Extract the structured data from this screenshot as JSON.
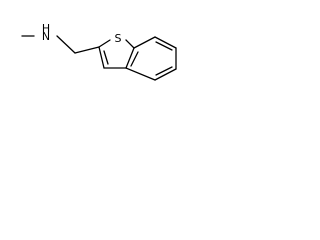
{
  "molecule": {
    "atoms": {
      "nitrogen": {
        "label": "N",
        "color": "#000000"
      },
      "hydrogen": {
        "label": "H",
        "color": "#000000"
      },
      "sulfur": {
        "label": "S",
        "color": "#000000"
      }
    },
    "bond_color": "#000000",
    "background": "#ffffff"
  }
}
